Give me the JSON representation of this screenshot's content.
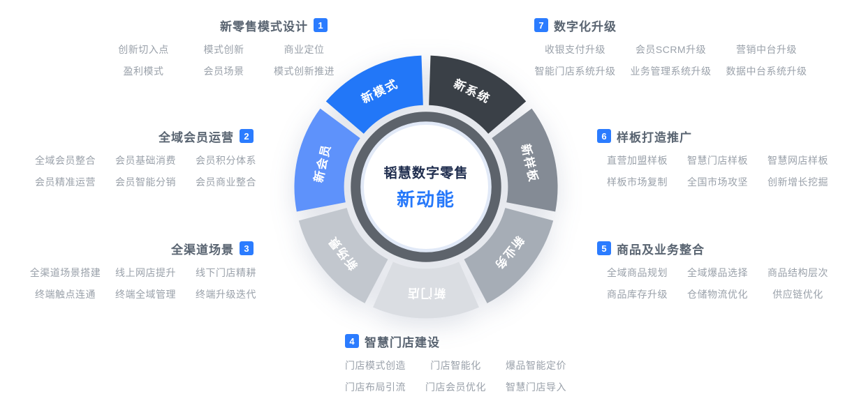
{
  "center": {
    "brand": "韬慧数字零售",
    "tagline": "新动能",
    "brand_color": "#1f2d4e",
    "tagline_color": "#2678fa",
    "ring_color": "#5d636b",
    "halo_color": "#e1e9f7"
  },
  "wheel": {
    "segments": [
      {
        "label": "新系统",
        "color": "#3a4047"
      },
      {
        "label": "新样板",
        "color": "#848b95"
      },
      {
        "label": "新业务",
        "color": "#a6adb6"
      },
      {
        "label": "新门店",
        "color": "#dadde2"
      },
      {
        "label": "新场景",
        "color": "#c2c7ce"
      },
      {
        "label": "新会员",
        "color": "#5e92fb"
      },
      {
        "label": "新模式",
        "color": "#2277f8"
      }
    ]
  },
  "sections": [
    {
      "num": "1",
      "title": "新零售模式设计",
      "items": [
        "创新切入点",
        "模式创新",
        "商业定位",
        "盈利模式",
        "会员场景",
        "模式创新推进"
      ]
    },
    {
      "num": "2",
      "title": "全域会员运营",
      "items": [
        "全域会员整合",
        "会员基础消费",
        "会员积分体系",
        "会员精准运营",
        "会员智能分销",
        "会员商业整合"
      ]
    },
    {
      "num": "3",
      "title": "全渠道场景",
      "items": [
        "全渠道场景搭建",
        "线上网店提升",
        "线下门店精耕",
        "终端触点连通",
        "终端全域管理",
        "终端升级迭代"
      ]
    },
    {
      "num": "4",
      "title": "智慧门店建设",
      "items": [
        "门店模式创造",
        "门店智能化",
        "爆品智能定价",
        "门店布局引流",
        "门店会员优化",
        "智慧门店导入"
      ]
    },
    {
      "num": "5",
      "title": "商品及业务整合",
      "items": [
        "全域商品规划",
        "全域爆品选择",
        "商品结构层次",
        "商品库存升级",
        "仓储物流优化",
        "供应链优化"
      ]
    },
    {
      "num": "6",
      "title": "样板打造推广",
      "items": [
        "直营加盟样板",
        "智慧门店样板",
        "智慧网店样板",
        "样板市场复制",
        "全国市场攻坚",
        "创新增长挖掘"
      ]
    },
    {
      "num": "7",
      "title": "数字化升级",
      "items": [
        "收银支付升级",
        "会员SCRM升级",
        "营销中台升级",
        "智能门店系统升级",
        "业务管理系统升级",
        "数据中台系统升级"
      ]
    }
  ]
}
